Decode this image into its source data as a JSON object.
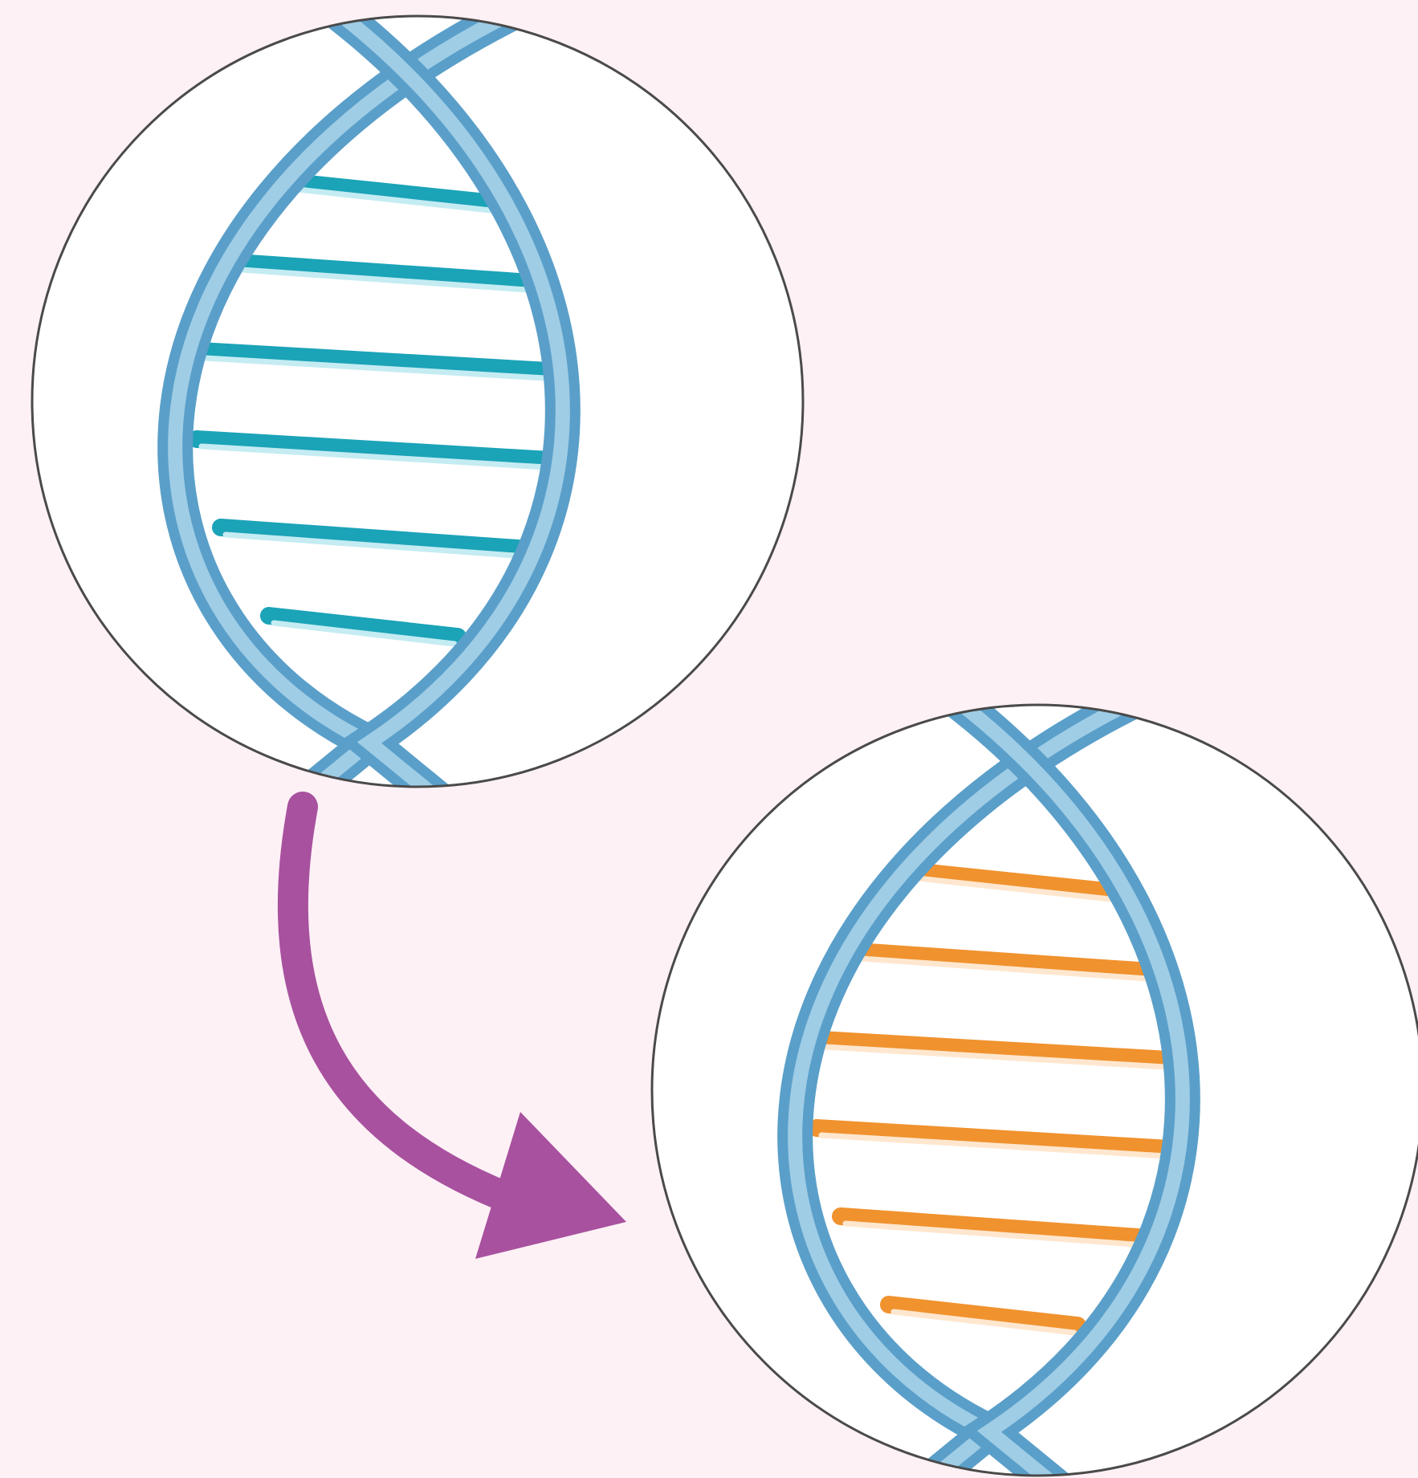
{
  "background_color": "#fdf1f6",
  "circle": {
    "fill": "#ffffff",
    "stroke": "#4a4a4a"
  },
  "strand_colors": {
    "dark": "#5a9fc9",
    "light": "#9fcde6"
  },
  "arrow": {
    "color": "#a8519e",
    "icon": "curved-arrow-icon"
  },
  "helices": [
    {
      "name": "original-dna",
      "rung_colors": {
        "main": "#1ba3b8",
        "highlight": "#c4ecf2"
      },
      "rung_count": 6
    },
    {
      "name": "modified-dna",
      "rung_colors": {
        "main": "#f0922e",
        "highlight": "#ffe7cf"
      },
      "rung_count": 6
    }
  ]
}
